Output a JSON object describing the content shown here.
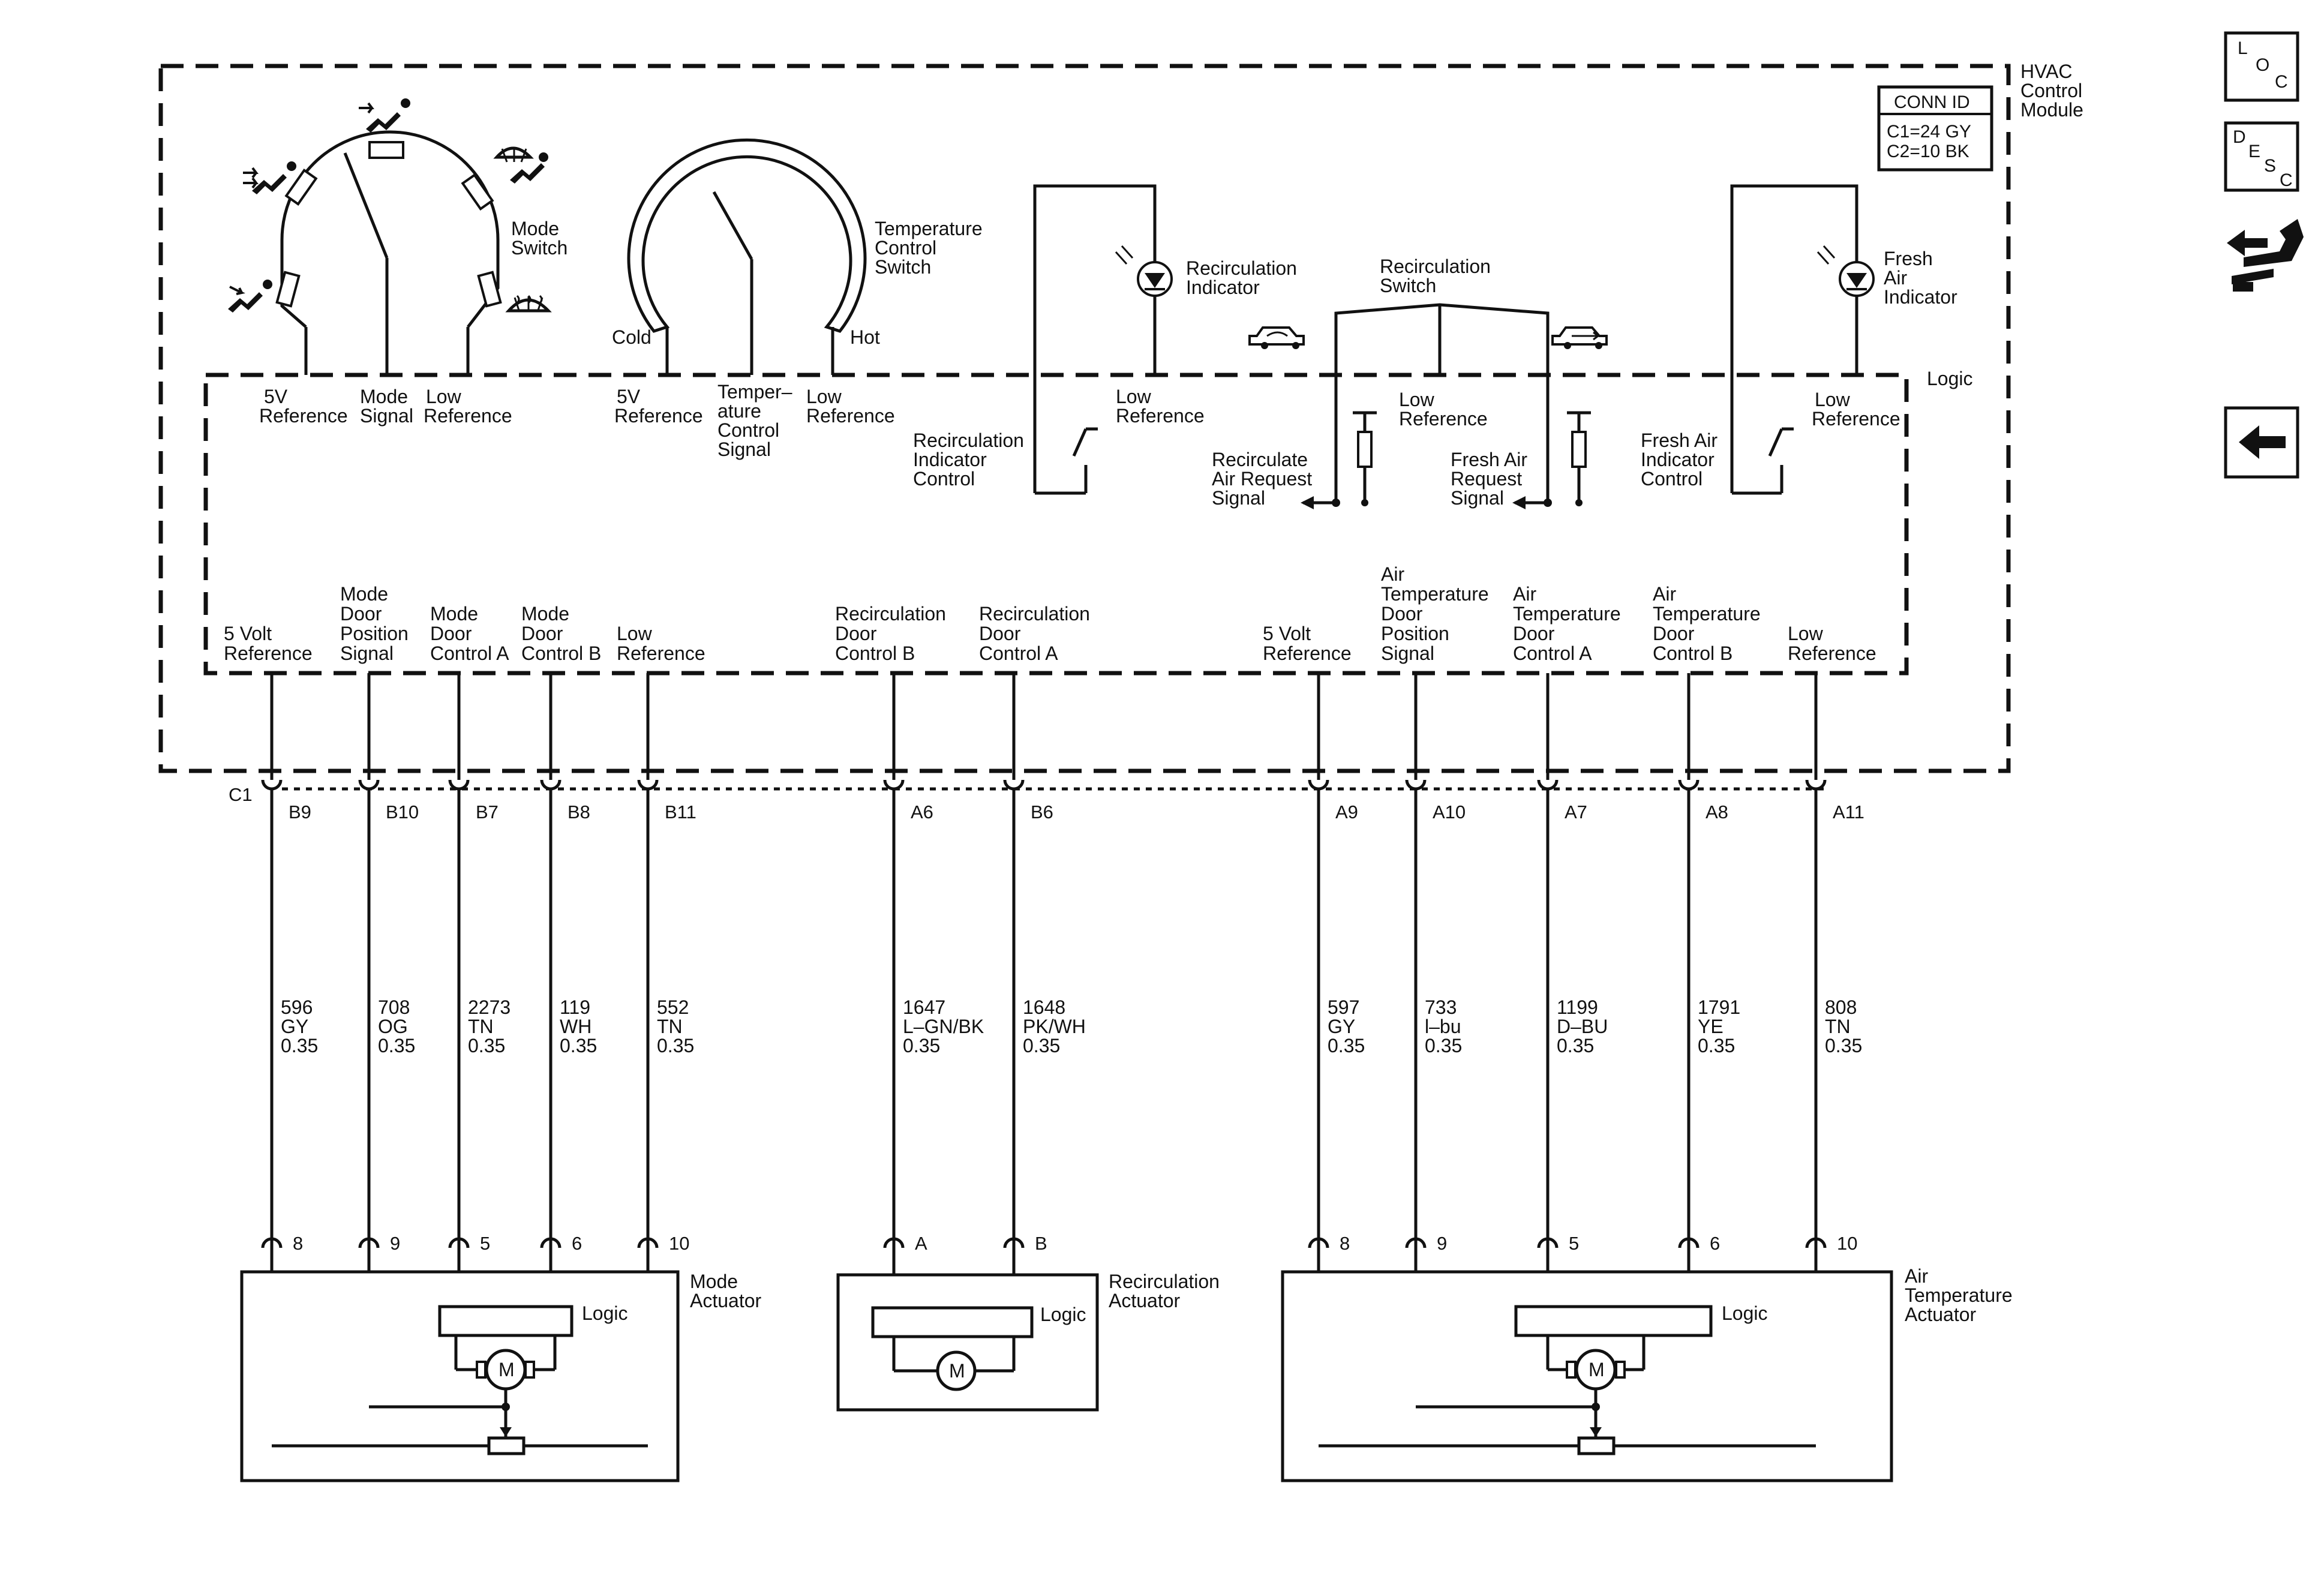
{
  "module": {
    "title_lines": [
      "HVAC",
      "Control",
      "Module"
    ],
    "logic_label": "Logic",
    "conn_id": {
      "header": "CONN ID",
      "lines": [
        "C1=24 GY",
        "C2=10 BK"
      ]
    }
  },
  "mode_switch": {
    "label_lines": [
      "Mode",
      "Switch"
    ],
    "terminals": [
      {
        "lines": [
          "5V",
          "Reference"
        ]
      },
      {
        "lines": [
          "Mode",
          "Signal"
        ]
      },
      {
        "lines": [
          "Low",
          "Reference"
        ]
      }
    ]
  },
  "temperature_switch": {
    "label_lines": [
      "Temperature",
      "Control",
      "Switch"
    ],
    "cold": "Cold",
    "hot": "Hot",
    "terminals": [
      {
        "lines": [
          "5V",
          "Reference"
        ]
      },
      {
        "lines": [
          "Temper–",
          "ature",
          "Control",
          "Signal"
        ]
      },
      {
        "lines": [
          "Low",
          "Reference"
        ]
      }
    ]
  },
  "recirc_indicator": {
    "label_lines": [
      "Recirculation",
      "Indicator"
    ],
    "low_ref_lines": [
      "Low",
      "Reference"
    ],
    "control_lines": [
      "Recirculation",
      "Indicator",
      "Control"
    ]
  },
  "recirc_switch": {
    "label_lines": [
      "Recirculation",
      "Switch"
    ],
    "low_ref_lines": [
      "Low",
      "Reference"
    ],
    "recirc_signal_lines": [
      "Recirculate",
      "Air Request",
      "Signal"
    ],
    "fresh_signal_lines": [
      "Fresh Air",
      "Request",
      "Signal"
    ]
  },
  "fresh_indicator": {
    "label_lines": [
      "Fresh",
      "Air",
      "Indicator"
    ],
    "low_ref_lines": [
      "Low",
      "Reference"
    ],
    "control_lines": [
      "Fresh Air",
      "Indicator",
      "Control"
    ]
  },
  "connector": {
    "name": "C1",
    "circuits": [
      {
        "label_lines": [
          "5 Volt",
          "Reference"
        ],
        "pin": "B9",
        "circuit": "596",
        "color": "GY",
        "gauge": "0.35",
        "end_pin": "8"
      },
      {
        "label_lines": [
          "Mode",
          "Door",
          "Position",
          "Signal"
        ],
        "pin": "B10",
        "circuit": "708",
        "color": "OG",
        "gauge": "0.35",
        "end_pin": "9"
      },
      {
        "label_lines": [
          "Mode",
          "Door",
          "Control A"
        ],
        "pin": "B7",
        "circuit": "2273",
        "color": "TN",
        "gauge": "0.35",
        "end_pin": "5"
      },
      {
        "label_lines": [
          "Mode",
          "Door",
          "Control B"
        ],
        "pin": "B8",
        "circuit": "119",
        "color": "WH",
        "gauge": "0.35",
        "end_pin": "6"
      },
      {
        "label_lines": [
          "Low",
          "Reference"
        ],
        "pin": "B11",
        "circuit": "552",
        "color": "TN",
        "gauge": "0.35",
        "end_pin": "10"
      },
      {
        "label_lines": [
          "Recirculation",
          "Door",
          "Control B"
        ],
        "pin": "A6",
        "circuit": "1647",
        "color": "L–GN/BK",
        "gauge": "0.35",
        "end_pin": "A"
      },
      {
        "label_lines": [
          "Recirculation",
          "Door",
          "Control A"
        ],
        "pin": "B6",
        "circuit": "1648",
        "color": "PK/WH",
        "gauge": "0.35",
        "end_pin": "B"
      },
      {
        "label_lines": [
          "5 Volt",
          "Reference"
        ],
        "pin": "A9",
        "circuit": "597",
        "color": "GY",
        "gauge": "0.35",
        "end_pin": "8"
      },
      {
        "label_lines": [
          "Air",
          "Temperature",
          "Door",
          "Position",
          "Signal"
        ],
        "pin": "A10",
        "circuit": "733",
        "color": "l–bu",
        "gauge": "0.35",
        "end_pin": "9"
      },
      {
        "label_lines": [
          "Air",
          "Temperature",
          "Door",
          "Control A"
        ],
        "pin": "A7",
        "circuit": "1199",
        "color": "D–BU",
        "gauge": "0.35",
        "end_pin": "5"
      },
      {
        "label_lines": [
          "Air",
          "Temperature",
          "Door",
          "Control B"
        ],
        "pin": "A8",
        "circuit": "1791",
        "color": "YE",
        "gauge": "0.35",
        "end_pin": "6"
      },
      {
        "label_lines": [
          "Low",
          "Reference"
        ],
        "pin": "A11",
        "circuit": "808",
        "color": "TN",
        "gauge": "0.35",
        "end_pin": "10"
      }
    ]
  },
  "actuators": [
    {
      "label_lines": [
        "Mode",
        "Actuator"
      ],
      "logic": "Logic",
      "motor": "M"
    },
    {
      "label_lines": [
        "Recirculation",
        "Actuator"
      ],
      "logic": "Logic",
      "motor": "M"
    },
    {
      "label_lines": [
        "Air",
        "Temperature",
        "Actuator"
      ],
      "logic": "Logic",
      "motor": "M"
    }
  ],
  "nav": {
    "loc": [
      "L",
      "O",
      "C"
    ],
    "desc": [
      "D",
      "E",
      "S",
      "C"
    ]
  }
}
